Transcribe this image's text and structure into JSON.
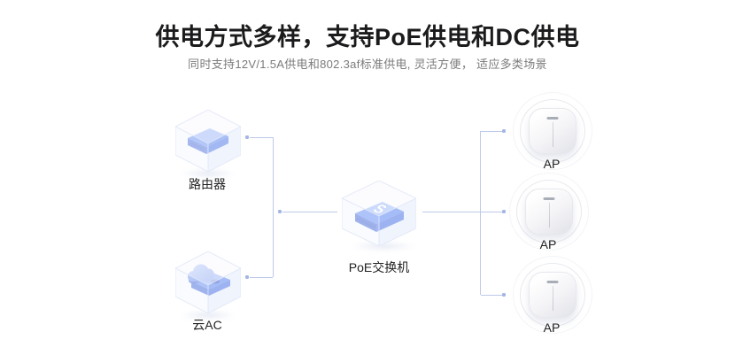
{
  "page": {
    "title": "供电方式多样，支持PoE供电和DC供电",
    "subtitle": "同时支持12V/1.5A供电和802.3af标准供电, 灵活方便， 适应多类场景"
  },
  "diagram": {
    "nodes": {
      "router": {
        "label": "路由器",
        "icon": "router-cube-icon"
      },
      "cloud_ac": {
        "label": "云AC",
        "icon": "cloud-ac-cube-icon"
      },
      "poe_switch": {
        "label": "PoE交换机",
        "icon": "poe-switch-cube-icon"
      },
      "ap_top": {
        "label": "AP",
        "icon": "access-point-icon"
      },
      "ap_middle": {
        "label": "AP",
        "icon": "access-point-icon"
      },
      "ap_bottom": {
        "label": "AP",
        "icon": "access-point-icon"
      }
    },
    "connections": [
      {
        "from": "poe_switch",
        "to": "router"
      },
      {
        "from": "poe_switch",
        "to": "cloud_ac"
      },
      {
        "from": "poe_switch",
        "to": "ap_top"
      },
      {
        "from": "poe_switch",
        "to": "ap_middle"
      },
      {
        "from": "poe_switch",
        "to": "ap_bottom"
      }
    ],
    "colors": {
      "connector_line": "#bdc9ea",
      "connector_arrow_dot": "#a3b6e4",
      "device_blue_top": "#4b7af1",
      "device_blue_front": "#2b56d7",
      "device_blue_side": "#3a66e5",
      "cube_face": "#eef2fb",
      "title_text": "#1b1b1d",
      "subtitle_text": "#7b7b7b",
      "node_label_text": "#222222"
    }
  }
}
